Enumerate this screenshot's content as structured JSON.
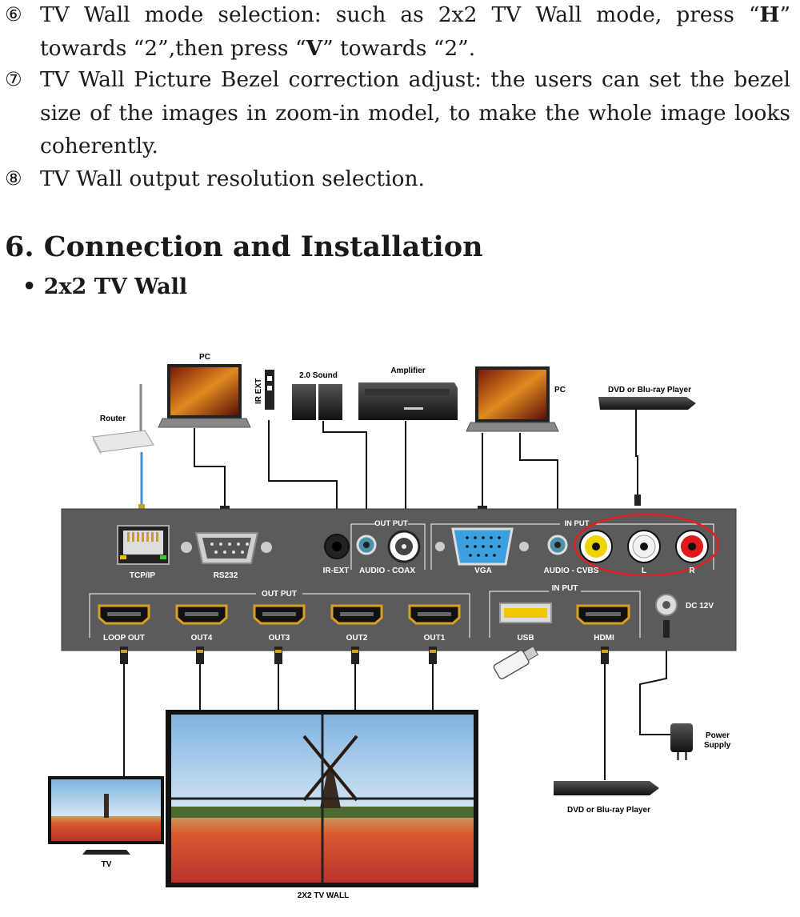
{
  "items": [
    {
      "num": "⑥",
      "parts": [
        "TV Wall mode selection: such as 2x2 TV Wall mode, press “",
        "H",
        "” towards “2”,then press “",
        "V",
        "” towards “2”."
      ]
    },
    {
      "num": "⑦",
      "text": "TV Wall Picture Bezel correction adjust: the users can set the bezel size of the images in zoom-in model, to make the whole image looks coherently."
    },
    {
      "num": "⑧",
      "text": "TV Wall output resolution selection."
    }
  ],
  "section_title": "6. Connection and Installation",
  "subsection": "• 2x2 TV Wall",
  "diagram": {
    "devices": {
      "router": "Router",
      "pc_left": "PC",
      "ir_ext": "IR EXT",
      "sound": "2.0 Sound",
      "amplifier": "Amplifier",
      "pc_right": "PC",
      "dvd_top": "DVD or Blu-ray Player",
      "dvd_bottom": "DVD or Blu-ray Player",
      "power_supply_1": "Power",
      "power_supply_2": "Supply",
      "tv": "TV",
      "tv_wall": "2X2 TV  WALL"
    },
    "panel": {
      "tcpip": "TCP/IP",
      "rs232": "RS232",
      "ir_ext_port": "IR-EXT",
      "audio_out": "AUDIO - COAX",
      "out_put_top": "OUT PUT",
      "vga": "VGA",
      "audio_in": "AUDIO - CVBS",
      "l": "L",
      "r": "R",
      "in_put_top": "IN PUT",
      "out_put_bottom": "OUT PUT",
      "loop_out": "LOOP OUT",
      "out4": "OUT4",
      "out3": "OUT3",
      "out2": "OUT2",
      "out1": "OUT1",
      "in_put_bottom": "IN PUT",
      "usb": "USB",
      "hdmi": "HDMI",
      "dc": "DC 12V"
    }
  }
}
